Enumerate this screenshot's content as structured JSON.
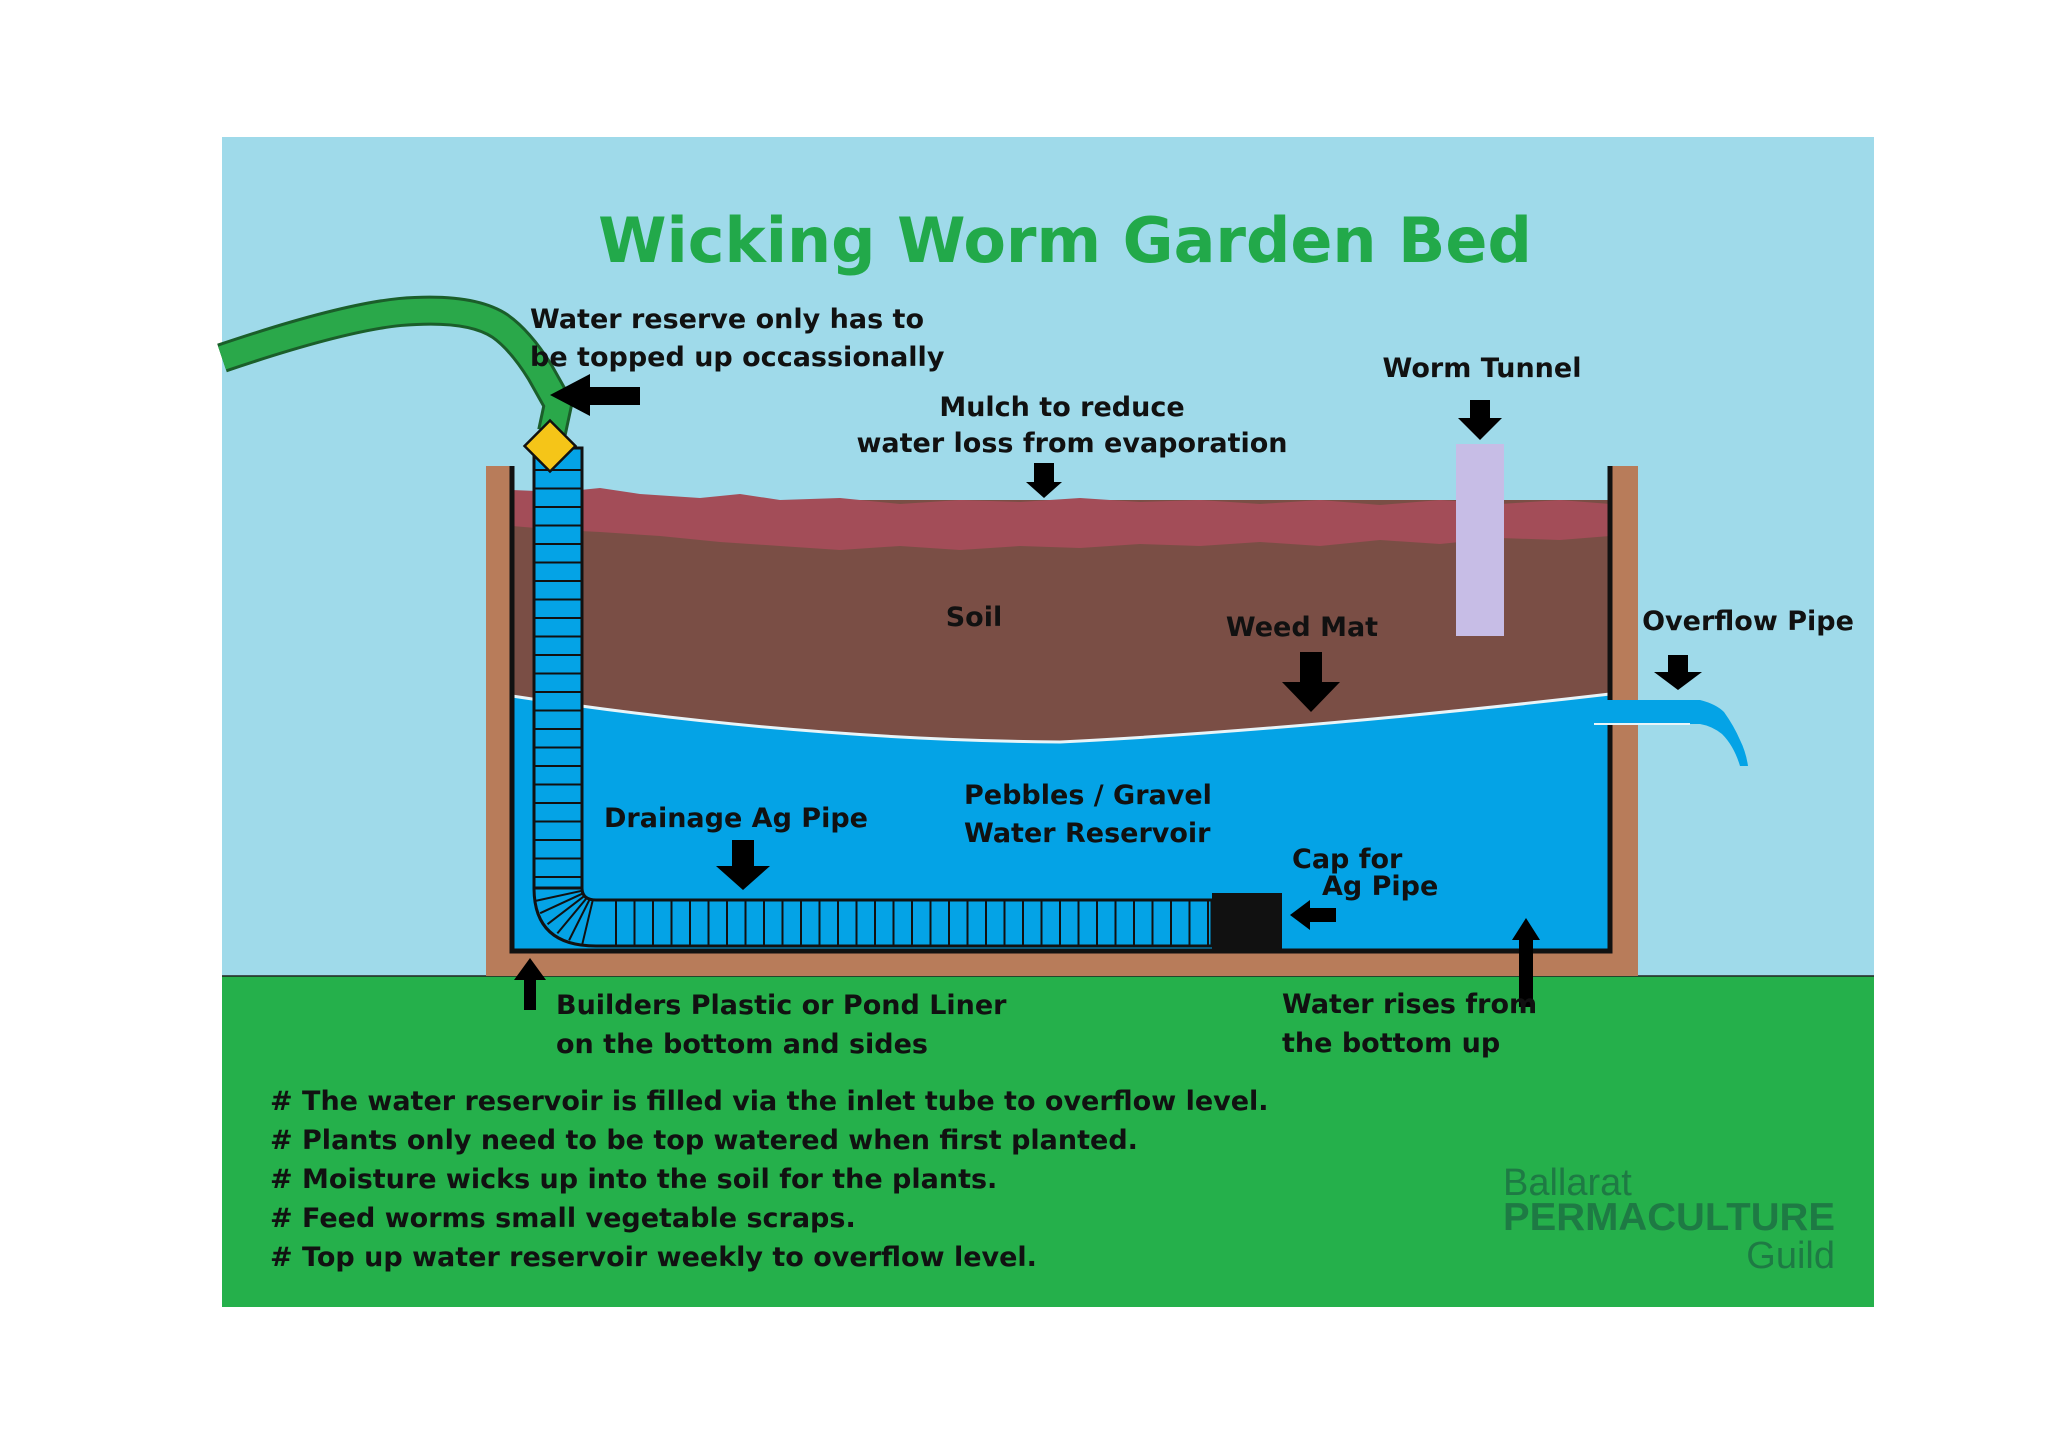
{
  "title": "Wicking Worm Garden Bed",
  "labels": {
    "water_reserve_line1": "Water reserve only has to",
    "water_reserve_line2": "be topped up occassionally",
    "mulch_line1": "Mulch to reduce",
    "mulch_line2": "water loss from evaporation",
    "worm_tunnel": "Worm Tunnel",
    "soil": "Soil",
    "weed_mat": "Weed Mat",
    "overflow_pipe": "Overflow Pipe",
    "drainage_ag_pipe": "Drainage Ag Pipe",
    "pebbles_line1": "Pebbles / Gravel",
    "pebbles_line2": "Water Reservoir",
    "cap_line1": "Cap for",
    "cap_line2": "Ag Pipe",
    "liner_line1": "Builders Plastic or Pond Liner",
    "liner_line2": "on the bottom and sides",
    "water_rises_line1": "Water rises from",
    "water_rises_line2": "the bottom up"
  },
  "notes": [
    "#  The water reservoir is filled via the inlet tube to overflow level.",
    "#  Plants only need to be top watered when first planted.",
    "#  Moisture wicks up into the soil for the plants.",
    "#  Feed worms small vegetable scraps.",
    "#  Top up water reservoir weekly to overflow level."
  ],
  "logo": {
    "line1": "Ballarat",
    "line2": "PERMACULTURE",
    "line3": "Guild"
  },
  "colors": {
    "sky": "#9fdaea",
    "grass": "#25b04b",
    "title": "#22a94a",
    "frame": "#b87c5a",
    "soil": "#7a4e45",
    "mulch": "#a34d58",
    "water": "#04a3e6",
    "hose": "#2aa84a",
    "hose_coupler": "#f5c518",
    "worm_tunnel": "#c7bde6",
    "logo": "#1e7a44"
  }
}
